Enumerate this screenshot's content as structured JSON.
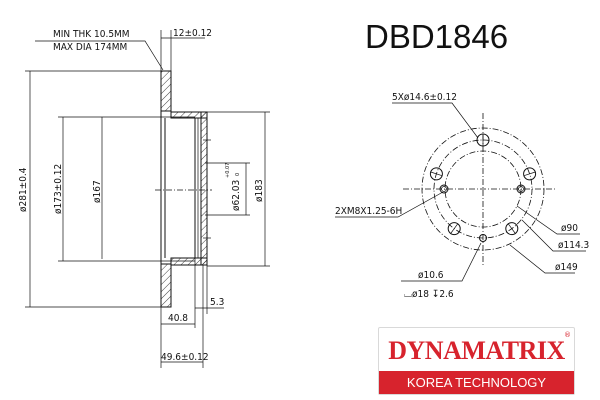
{
  "title": "DBD1846",
  "notes": {
    "min_thickness": "MIN THK 10.5MM",
    "max_diameter": "MAX DIA 174MM"
  },
  "side_view": {
    "thickness": "12±0.12",
    "outer_diameter": "ø281±0.4",
    "hat_inner_diameter": "ø173±0.12",
    "drum_diameter": "ø167",
    "center_bore": "ø62.03",
    "center_bore_tol_upper": "+0.07",
    "center_bore_tol_lower": "0",
    "hat_diameter": "ø183",
    "hat_face_thickness": "5.3",
    "offset": "40.8",
    "total_height": "49.6±0.12"
  },
  "front_view": {
    "bolt_holes": "5Xø14.6±0.12",
    "threaded_holes": "2XM8X1.25-6H",
    "inner_diameter": "ø90",
    "pcd": "ø114.3",
    "outer_diameter": "ø149",
    "small_hole": "ø10.6",
    "counterbore": "⌴ø18 ↧2.6"
  },
  "logo": {
    "brand": "DYNAMATRIX",
    "registered": "®",
    "tagline": "KOREA TECHNOLOGY",
    "color": "#d7232d"
  }
}
